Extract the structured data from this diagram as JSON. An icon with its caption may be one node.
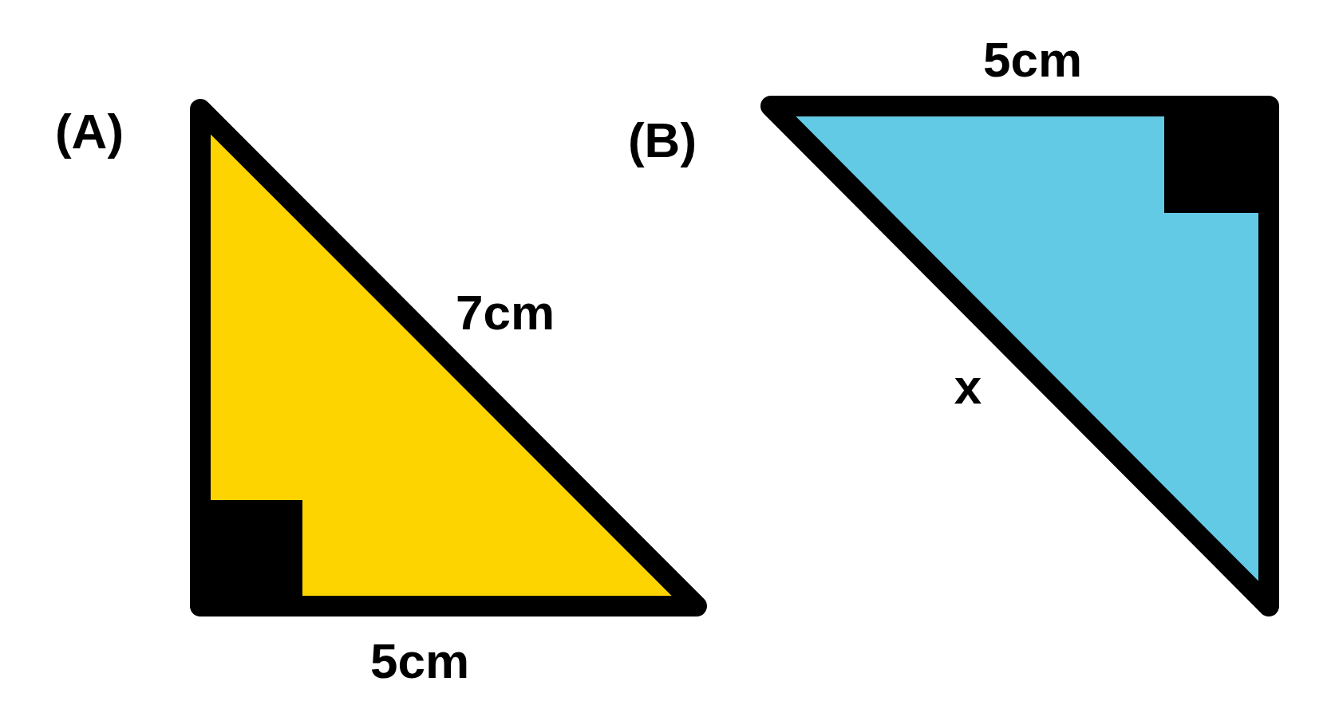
{
  "diagram": {
    "labels": [
      "5cm",
      "(A)",
      "(B)",
      "7cm",
      "x",
      "5cm"
    ]
  }
}
